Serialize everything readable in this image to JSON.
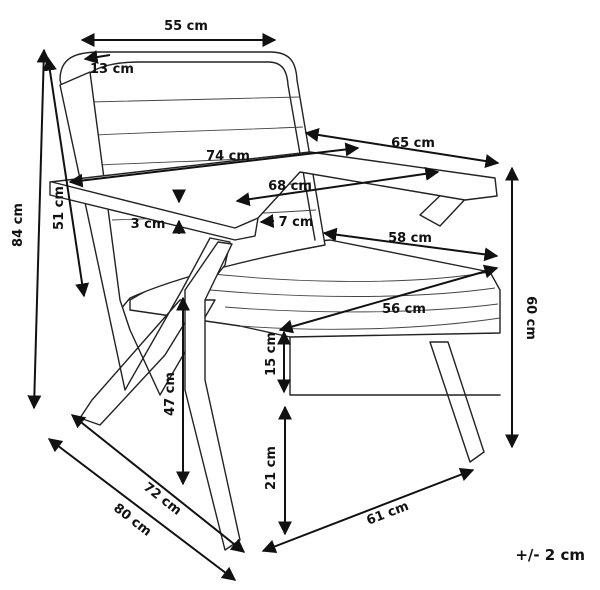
{
  "dimensions": {
    "top_width": "55 cm",
    "backrest_thickness": "13 cm",
    "total_height": "84 cm",
    "backrest_height": "51 cm",
    "total_width": "74 cm",
    "arm_depth": "65 cm",
    "inner_width": "68 cm",
    "armrest_thickness": "3 cm",
    "armrest_width": "7 cm",
    "seat_depth": "58 cm",
    "seat_width": "56 cm",
    "arm_height": "60 cm",
    "cushion_thickness": "15 cm",
    "seat_height": "47 cm",
    "leg_clearance": "21 cm",
    "inner_depth": "72 cm",
    "total_depth": "80 cm",
    "base_width": "61 cm"
  },
  "tolerance": "+/- 2 cm"
}
